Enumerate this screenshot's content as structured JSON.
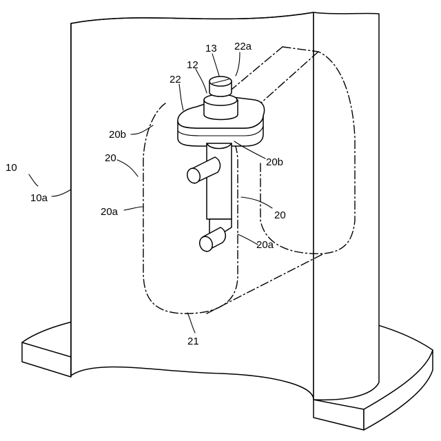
{
  "figure": {
    "labels": {
      "ref_10": "10",
      "ref_10a": "10a",
      "ref_12": "12",
      "ref_13": "13",
      "ref_20_left": "20",
      "ref_20_right": "20",
      "ref_20a_left": "20a",
      "ref_20a_right": "20a",
      "ref_20b_left": "20b",
      "ref_20b_right": "20b",
      "ref_21": "21",
      "ref_22": "22",
      "ref_22a": "22a"
    }
  }
}
